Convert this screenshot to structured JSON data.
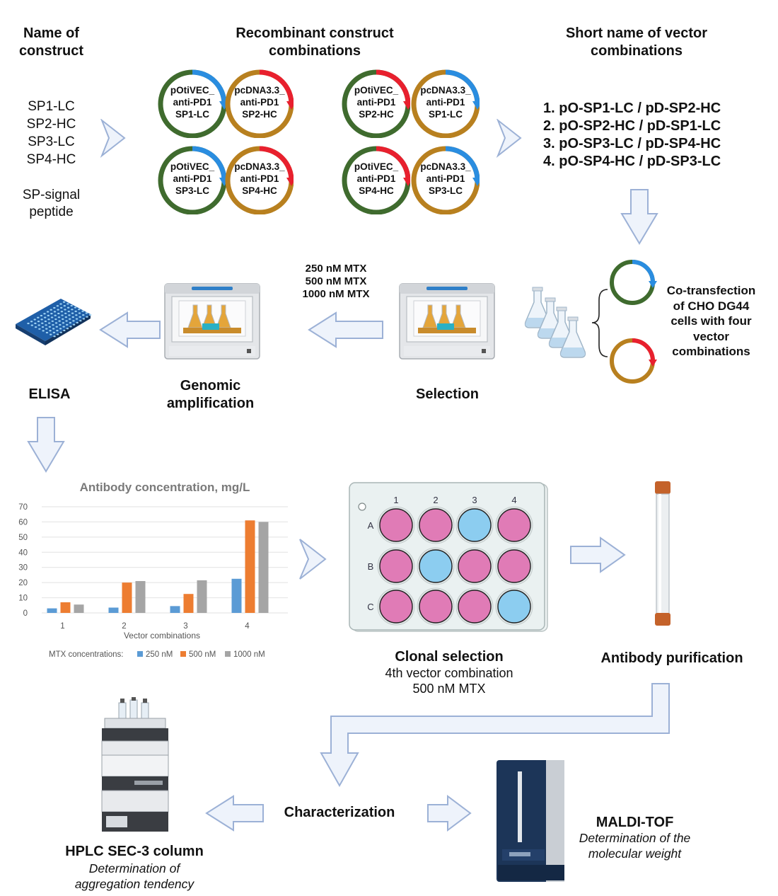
{
  "headers": {
    "name_of_construct": [
      "Name of",
      "construct"
    ],
    "recombinant": [
      "Recombinant  construct",
      "combinations"
    ],
    "short_name": [
      "Short name of vector",
      "combinations"
    ]
  },
  "constructs": [
    "SP1-LC",
    "SP2-HC",
    "SP3-LC",
    "SP4-HC"
  ],
  "sp_note": [
    "SP-signal",
    "peptide"
  ],
  "plasmids": [
    {
      "lines": [
        "pOtiVEC_",
        "anti-PD1",
        "SP1-LC"
      ]
    },
    {
      "lines": [
        "pcDNA3.3_",
        "anti-PD1",
        "SP2-HC"
      ]
    },
    {
      "lines": [
        "pOtiVEC_",
        "anti-PD1",
        "SP2-HC"
      ]
    },
    {
      "lines": [
        "pcDNA3.3_",
        "anti-PD1",
        "SP1-LC"
      ]
    },
    {
      "lines": [
        "pOtiVEC_",
        "anti-PD1",
        "SP3-LC"
      ]
    },
    {
      "lines": [
        "pcDNA3.3_",
        "anti-PD1",
        "SP4-HC"
      ]
    },
    {
      "lines": [
        "pOtiVEC_",
        "anti-PD1",
        "SP4-HC"
      ]
    },
    {
      "lines": [
        "pcDNA3.3_",
        "anti-PD1",
        "SP3-LC"
      ]
    }
  ],
  "short_names": [
    "1.  pO-SP1-LC / pD-SP2-HC",
    "2.  pO-SP2-HC / pD-SP1-LC",
    "3.  pO-SP3-LC / pD-SP4-HC",
    "4.  pO-SP4-HC / pD-SP3-LC"
  ],
  "cotransfection": [
    "Co-transfection",
    "of CHO DG44",
    "cells with four",
    "vector",
    "combinations"
  ],
  "mtx_levels": [
    "250 nM MTX",
    "500 nM MTX",
    "1000 nM MTX"
  ],
  "steps": {
    "elisa": "ELISA",
    "genomic": [
      "Genomic",
      "amplification"
    ],
    "selection": "Selection",
    "clonal_selection": "Clonal selection",
    "clonal_sub": [
      "4th vector combination",
      "500 nM MTX"
    ],
    "purification": "Antibody purification",
    "characterization": "Characterization",
    "hplc": "HPLC SEC-3 column",
    "hplc_sub": [
      "Determination of",
      "aggregation tendency"
    ],
    "maldi": "MALDI-TOF",
    "maldi_sub": [
      "Determination of the",
      "molecular weight"
    ]
  },
  "plate": {
    "cols": [
      "1",
      "2",
      "3",
      "4"
    ],
    "rows": [
      "A",
      "B",
      "C"
    ],
    "wells": [
      [
        "pink",
        "pink",
        "blue",
        "pink"
      ],
      [
        "pink",
        "blue",
        "pink",
        "pink"
      ],
      [
        "pink",
        "pink",
        "pink",
        "blue"
      ]
    ],
    "colors": {
      "pink": "#e07bb6",
      "blue": "#8ccdf0"
    }
  },
  "colors": {
    "green": "#3f6b2e",
    "gold": "#b8801f",
    "blue_arc": "#2a8de0",
    "red_arc": "#e8202e",
    "arrow_fill": "#eef3fb",
    "arrow_stroke": "#9cb1d6"
  },
  "chart_data": {
    "type": "bar",
    "title": "Antibody concentration, mg/L",
    "xlabel": "Vector combinations",
    "ylabel": "",
    "categories": [
      "1",
      "2",
      "3",
      "4"
    ],
    "yticks": [
      "0",
      "10",
      "20",
      "30",
      "40",
      "50",
      "60",
      "70"
    ],
    "ylim": [
      0,
      70
    ],
    "legend_title": "MTX concentrations:",
    "legend_position": "bottom",
    "grid": true,
    "series": [
      {
        "name": "250 nM",
        "color": "#5b9bd5",
        "values": [
          3,
          3.5,
          4.5,
          22.5
        ]
      },
      {
        "name": "500 nM",
        "color": "#ed7d31",
        "values": [
          7,
          20,
          12.5,
          61
        ]
      },
      {
        "name": "1000 nM",
        "color": "#a5a5a5",
        "values": [
          5.5,
          21,
          21.5,
          60
        ]
      }
    ]
  }
}
